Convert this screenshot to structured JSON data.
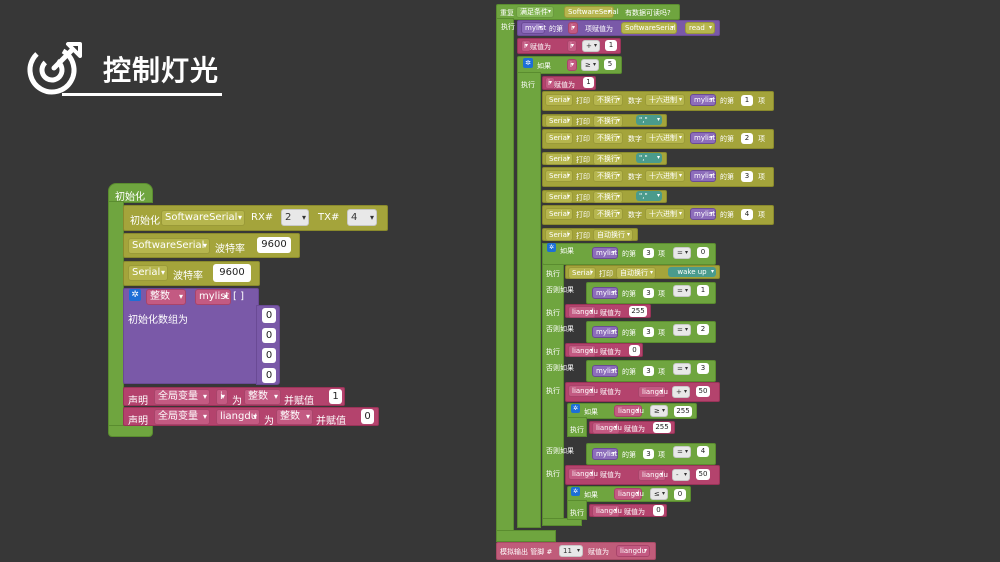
{
  "slide": {
    "title": "控制灯光"
  },
  "setup": {
    "header": "初始化",
    "init_label": "初始化",
    "init_type": "SoftwareSerial",
    "rx_label": "RX#",
    "rx_value": "2",
    "tx_label": "TX#",
    "tx_value": "4",
    "soft_serial": "SoftwareSerial",
    "baud_label": "波特率",
    "soft_baud": "9600",
    "serial": "Serial",
    "serial_baud": "9600",
    "array_type": "整数",
    "array_name": "mylist",
    "array_bracket": "[ ]",
    "array_init_label": "初始化数组为",
    "array_values": [
      "0",
      "0",
      "0",
      "0"
    ],
    "declare_label": "声明",
    "global_var": "全局变量",
    "var_i": "i",
    "as_label": "为",
    "int_type": "整数",
    "assign_label": "并赋值",
    "var_i_value": "1",
    "var_liangdu": "liangdu",
    "var_liangdu_value": "0"
  },
  "loop": {
    "repeat_label": "重复",
    "cond_dropdown": "满足条件",
    "soft_serial": "SoftwareSerial",
    "available_label": "有数据可读吗?",
    "do_label": "执行",
    "mylist": "mylist",
    "index_of": "的第",
    "item_label": "项",
    "assign_to": "项赋值为",
    "read": "read",
    "var_i": "i",
    "assign": "赋值为",
    "plus": "+",
    "one": "1",
    "if_label": "如果",
    "gte": "≥",
    "five": "5",
    "serial": "Serial",
    "print": "打印",
    "no_newline": "不换行",
    "number_label": "数字",
    "hex": "十六进制",
    "idx1": "1",
    "idx2": "2",
    "idx3": "3",
    "idx4": "4",
    "comma": "\",\"",
    "auto_newline": "自动换行",
    "eq": "=",
    "v0": "0",
    "wake_up": "wake up",
    "else_if": "否则如果",
    "liangdu": "liangdu",
    "v255": "255",
    "v2": "2",
    "v50": "50",
    "minus": "-",
    "lte": "≤",
    "analog_out": "模拟输出 管脚 #",
    "pin": "11"
  }
}
